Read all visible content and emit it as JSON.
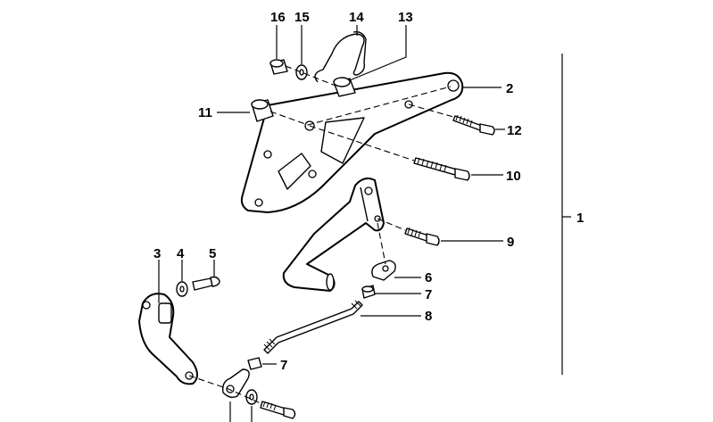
{
  "callouts": {
    "c1": "1",
    "c2": "2",
    "c3": "3",
    "c4": "4",
    "c5": "5",
    "c6": "6",
    "c7a": "7",
    "c7b": "7",
    "c8": "8",
    "c9": "9",
    "c10": "10",
    "c11": "11",
    "c12": "12",
    "c13": "13",
    "c14": "14",
    "c15": "15",
    "c16": "16"
  }
}
